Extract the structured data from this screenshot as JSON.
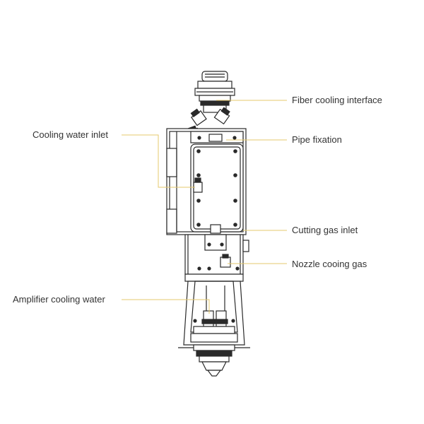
{
  "labels": {
    "fiber_cooling_interface": "Fiber cooling interface",
    "pipe_fixation": "Pipe fixation",
    "cutting_gas_inlet": "Cutting gas inlet",
    "nozzle_cooing_gas": "Nozzle cooing gas",
    "cooling_water_inlet": "Cooling water inlet",
    "amplifier_cooling_water": "Amplifier cooling water"
  },
  "colors": {
    "leader_line": "#e6c86e",
    "outline": "#2a2a2a",
    "text": "#333333"
  }
}
